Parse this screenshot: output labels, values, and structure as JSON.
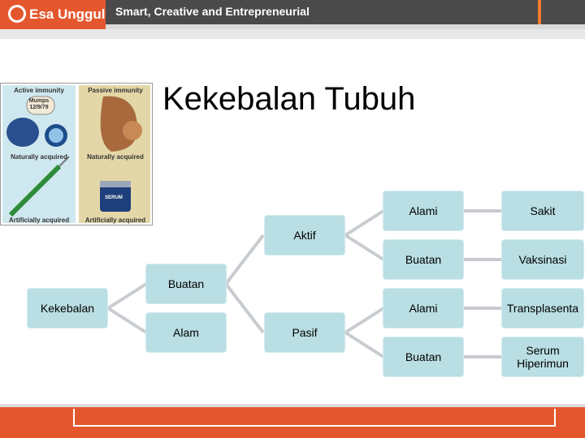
{
  "header": {
    "logo_text": "Esa Unggul",
    "tagline": "Smart, Creative and Entrepreneurial"
  },
  "slide": {
    "title": "Kekebalan Tubuh"
  },
  "image": {
    "active_label": "Active immunity",
    "passive_label": "Passive immunity",
    "mumps_label": "Mumps",
    "mumps_date": "12/9/79",
    "serum_label": "SERUM",
    "naturally_left": "Naturally acquired",
    "naturally_right": "Naturally acquired",
    "artificially_left": "Artificially acquired",
    "artificially_right": "Artificially acquired"
  },
  "diagram": {
    "root": "Kekebalan",
    "level1": {
      "top": "Buatan",
      "bottom": "Alam"
    },
    "level2": {
      "top": "Aktif",
      "bottom": "Pasif"
    },
    "level3": [
      "Alami",
      "Buatan",
      "Alami",
      "Buatan"
    ],
    "level4": [
      "Sakit",
      "Vaksinasi",
      "Transplasenta",
      "Serum Hiperimun"
    ]
  },
  "colors": {
    "brand_orange": "#e4572e",
    "node_fill": "#b9dee3",
    "connector": "#c8ccd0"
  }
}
